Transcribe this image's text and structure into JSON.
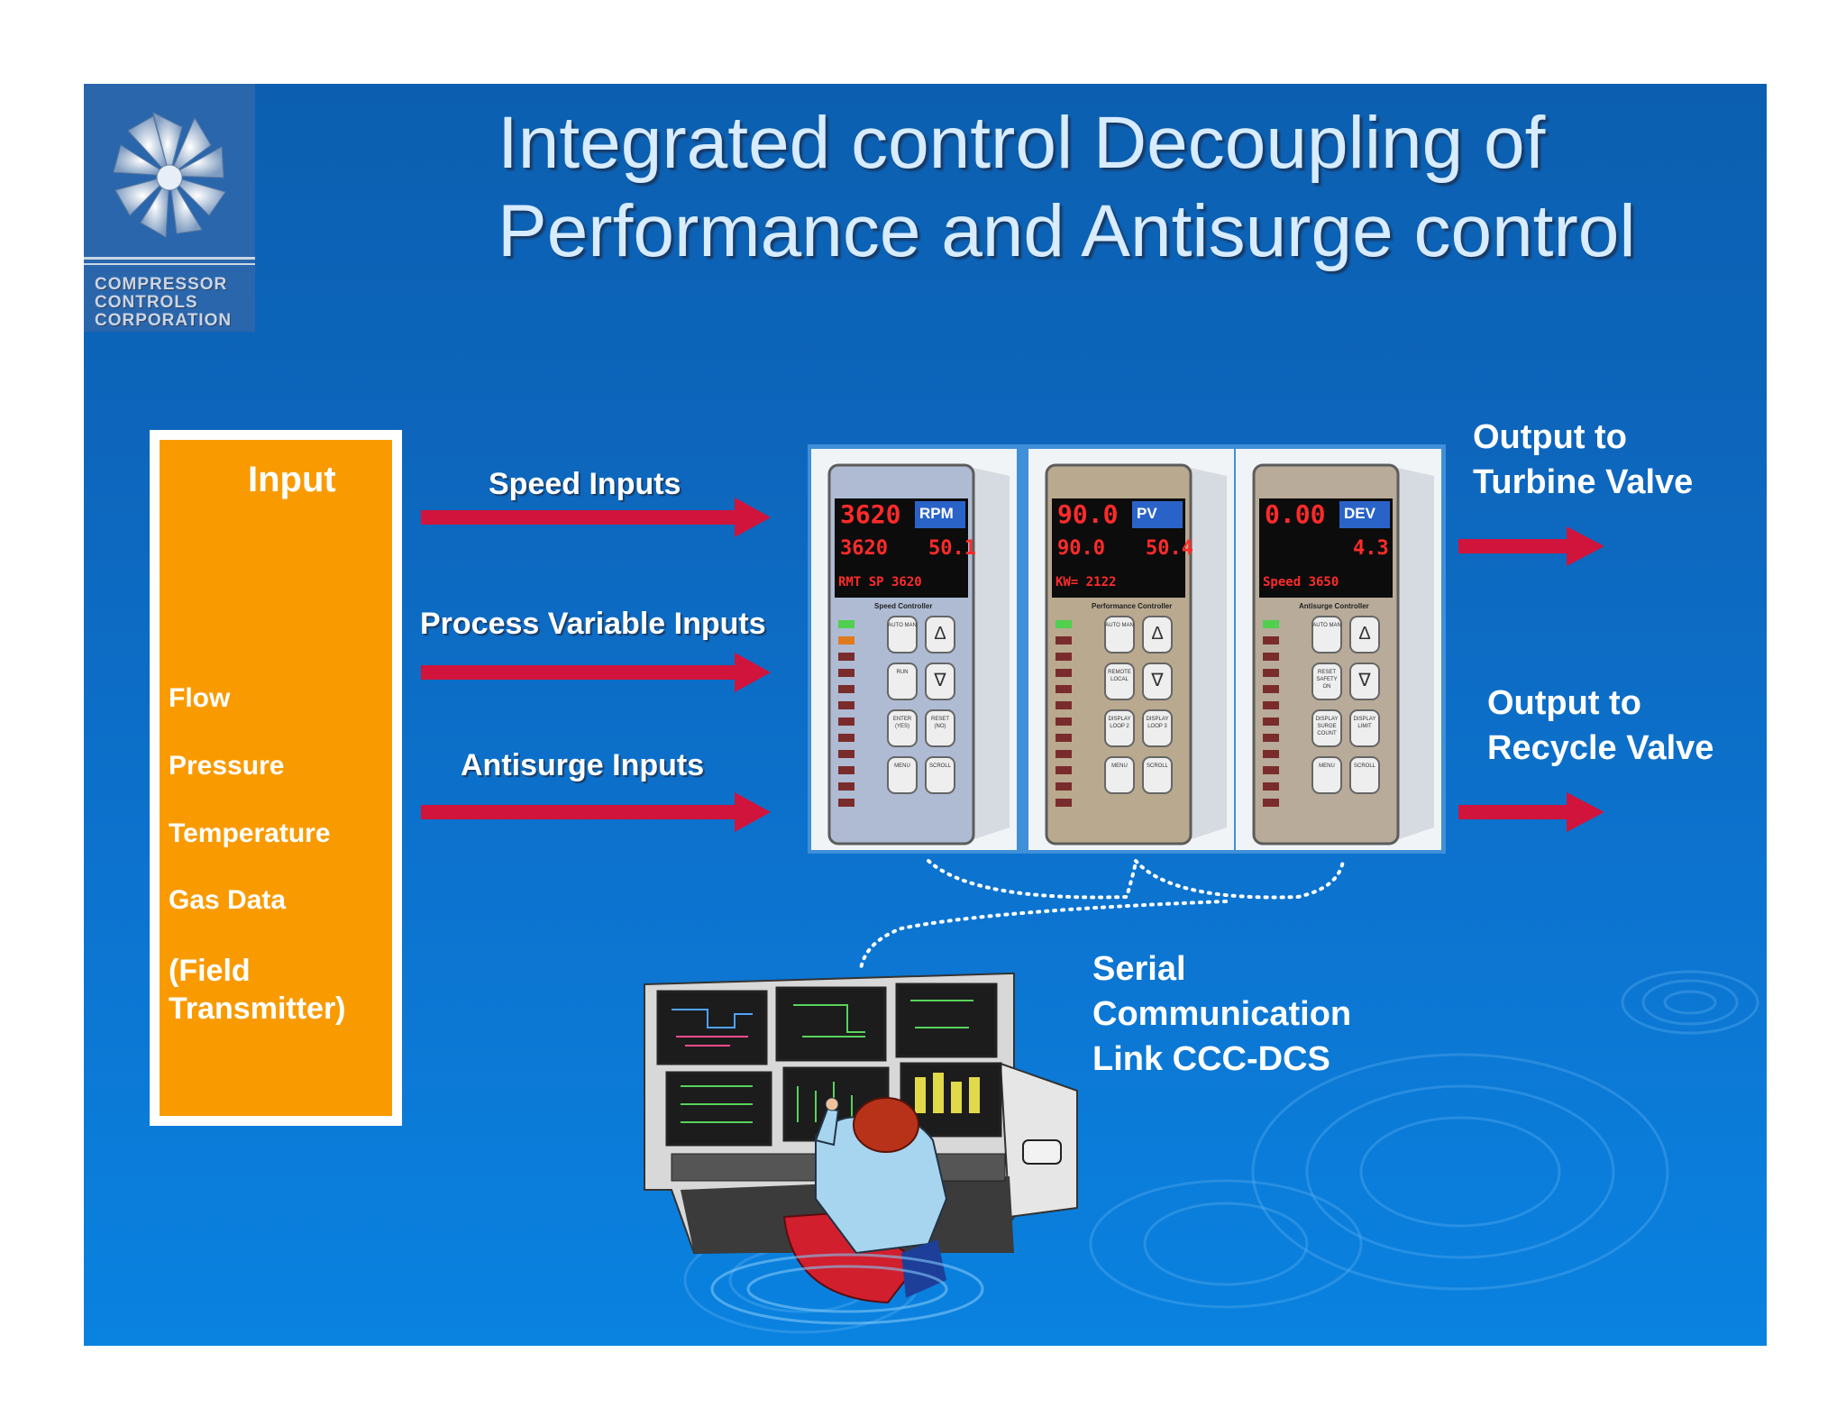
{
  "logo": {
    "lines": [
      "COMPRESSOR",
      "CONTROLS",
      "CORPORATION"
    ],
    "icon": "turbine-wheel-icon"
  },
  "title": {
    "line1": "Integrated control Decoupling of",
    "line2": "Performance and Antisurge control"
  },
  "input_box": {
    "heading": "Input",
    "items": [
      "Flow",
      "Pressure",
      "Temperature",
      "Gas Data"
    ],
    "note_line1": "(Field",
    "note_line2": "Transmitter)"
  },
  "arrows": {
    "speed": "Speed Inputs",
    "process": "Process Variable Inputs",
    "antisurge": "Antisurge Inputs"
  },
  "outputs": {
    "turbine_line1": "Output to",
    "turbine_line2": "Turbine Valve",
    "recycle_line1": "Output to",
    "recycle_line2": "Recycle Valve"
  },
  "controllers": [
    {
      "display": "3620",
      "unit": "RPM",
      "sp": "3620",
      "out": "50.1",
      "aux": "RMT SP  3620",
      "name": "Speed Controller",
      "buttons": [
        "AUTO MAN",
        "Δ",
        "RUN",
        "∇",
        "ENTER (YES)",
        "RESET (NO)",
        "MENU",
        "SCROLL"
      ]
    },
    {
      "display": "90.0",
      "unit": "PV",
      "sp": "90.0",
      "out": "50.4",
      "aux": "KW=   2122",
      "name": "Performance Controller",
      "buttons": [
        "AUTO MAN",
        "Δ",
        "REMOTE LOCAL",
        "∇",
        "DISPLAY LOOP 2",
        "DISPLAY LOOP 3",
        "MENU",
        "SCROLL"
      ]
    },
    {
      "display": "0.00",
      "unit": "DEV",
      "sp": "",
      "out": "4.3",
      "aux": "Speed  3650",
      "name": "Antisurge Controller",
      "buttons": [
        "AUTO MAN",
        "Δ",
        "RESET SAFETY ON",
        "∇",
        "DISPLAY SURGE COUNT",
        "DISPLAY LIMIT",
        "MENU",
        "SCROLL"
      ]
    }
  ],
  "serial": {
    "line1": "Serial",
    "line2": "Communication",
    "line3": "Link CCC-DCS"
  },
  "colors": {
    "background": "#0c6ac2",
    "input_box": "#f99b00",
    "arrow": "#d0143c",
    "title": "#d8ecff"
  }
}
